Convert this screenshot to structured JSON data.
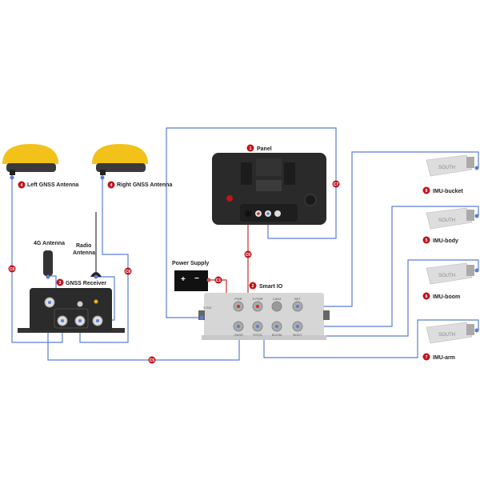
{
  "components": {
    "panel": {
      "label": "Panel",
      "badge": "1"
    },
    "smart_io": {
      "label": "Smart IO",
      "badge": "2"
    },
    "gnss_receiver": {
      "label": "GNSS Receiver",
      "badge": "3"
    },
    "left_antenna": {
      "label": "Left GNSS Antenna",
      "badge": "4"
    },
    "right_antenna": {
      "label": "Right GNSS Antenna",
      "badge": "4"
    },
    "antenna_4g": {
      "label": "4G Antenna"
    },
    "radio_antenna": {
      "label_line1": "Radio",
      "label_line2": "Antenna"
    },
    "power_supply": {
      "label": "Power Supply"
    },
    "imu_bucket": {
      "label": "IMU-bucket",
      "badge": "8",
      "brand": "SOUTH"
    },
    "imu_body": {
      "label": "IMU-body",
      "badge": "5",
      "brand": "SOUTH"
    },
    "imu_boom": {
      "label": "IMU-boom",
      "badge": "6",
      "brand": "SOUTH"
    },
    "imu_arm": {
      "label": "IMU-arm",
      "badge": "7",
      "brand": "SOUTH"
    }
  },
  "smart_io_ports": {
    "top": [
      "PWR",
      "S PWR",
      "CAN3",
      "BKT"
    ],
    "bottom": [
      "GNSS",
      "STICK",
      "BOOM",
      "BODY"
    ],
    "side": "S SIG"
  },
  "cables": {
    "c1": "C1",
    "c5": "C5",
    "c6": "C6",
    "c7": "C7",
    "c8_left": "C8",
    "c8_right": "C8"
  },
  "colors": {
    "wire": "#5b7fd0",
    "power_wire": "#c9302c",
    "badge": "#c0141c",
    "antenna": "#f2c21b"
  }
}
